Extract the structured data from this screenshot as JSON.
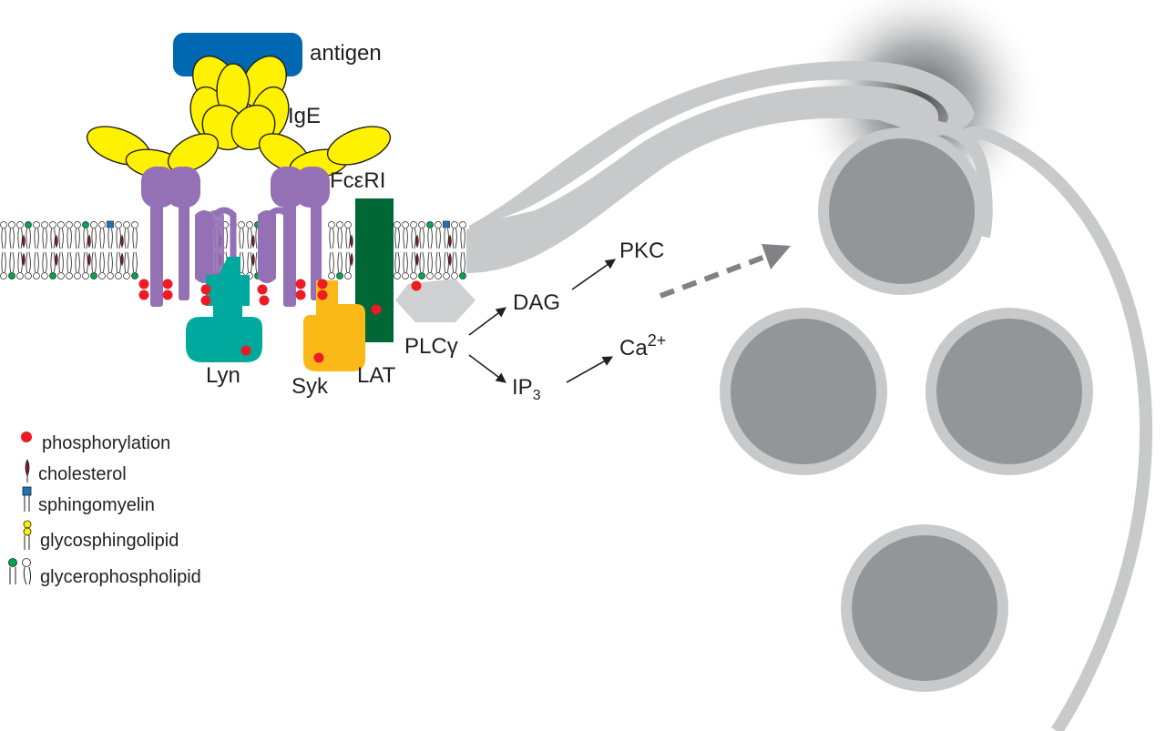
{
  "labels": {
    "antigen": "antigen",
    "ige": "IgE",
    "receptor": "FcεRI",
    "lyn": "Lyn",
    "syk": "Syk",
    "lat": "LAT",
    "plc": "PLCγ",
    "dag": "DAG",
    "pkc": "PKC",
    "ip": "IP",
    "ip_sub": "3",
    "ca": "Ca",
    "ca_sup": "2+"
  },
  "legend": [
    {
      "icon": "phosphorylation-icon",
      "label": "phosphorylation"
    },
    {
      "icon": "cholesterol-icon",
      "label": "cholesterol"
    },
    {
      "icon": "sphingomyelin-icon",
      "label": "sphingomyelin"
    },
    {
      "icon": "glycosphingolipid-icon",
      "label": "glycosphingolipid"
    },
    {
      "icon": "glycerophospholipid-icon",
      "label": "glycerophospholipid"
    }
  ],
  "colors": {
    "antigen": "#0067b1",
    "ige": "#fff200",
    "receptor": "#9470b5",
    "lyn": "#00a99d",
    "syk": "#fbb917",
    "lat": "#006837",
    "plc": "#cfd0d2",
    "phospho": "#ed1c24",
    "membrane": "#c8c9cb",
    "granule": "#939598",
    "sphingomyelin": "#1b75bc",
    "glycero_head": "#00a651"
  }
}
